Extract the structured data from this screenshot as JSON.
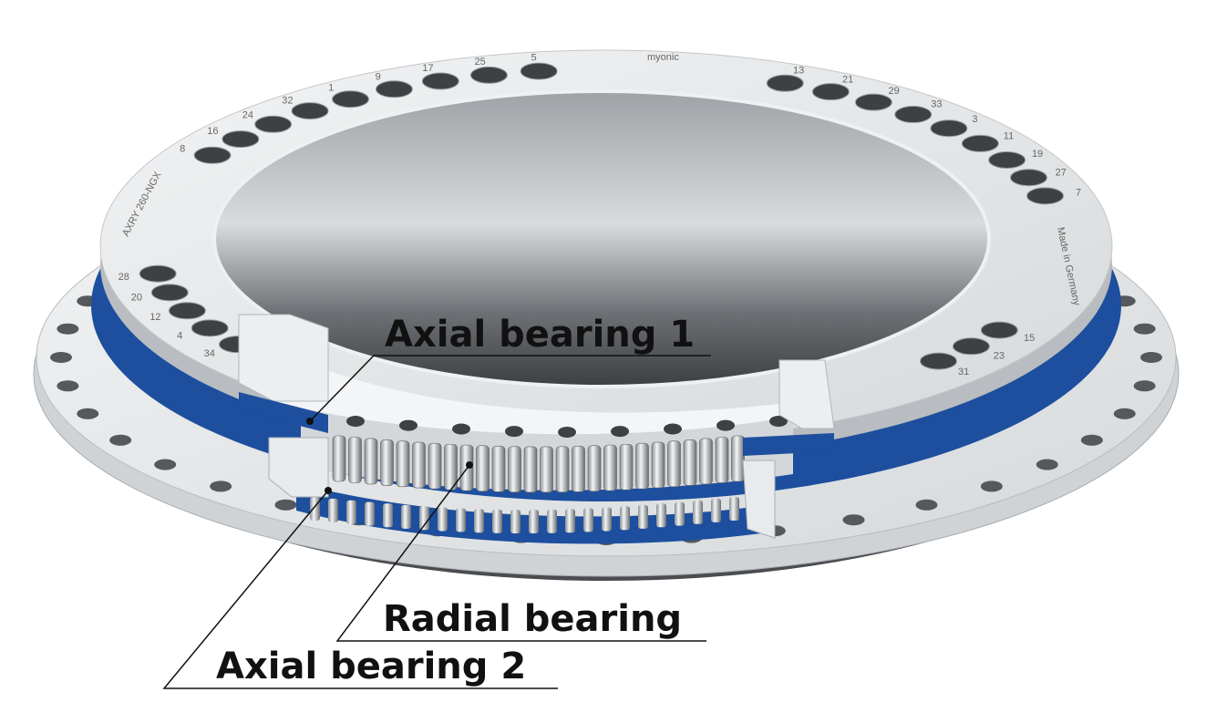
{
  "labels": {
    "axial_bearing_1": "Axial bearing 1",
    "radial_bearing": "Radial bearing",
    "axial_bearing_2": "Axial bearing 2"
  },
  "ring_markings": {
    "brand": "myonic",
    "origin": "Made in Germany",
    "model": "AXRY 260-NGX",
    "hole_numbers": [
      "34",
      "4",
      "12",
      "20",
      "28",
      "8",
      "16",
      "24",
      "32",
      "1",
      "9",
      "17",
      "25",
      "5",
      "13",
      "21",
      "29",
      "33",
      "3",
      "11",
      "19",
      "27",
      "7",
      "15",
      "23",
      "31"
    ]
  },
  "colors": {
    "cage_blue": "#1d4f9e",
    "steel_light": "#e6e8ea",
    "steel_dark": "#4a4c50",
    "label_text": "#111111"
  }
}
